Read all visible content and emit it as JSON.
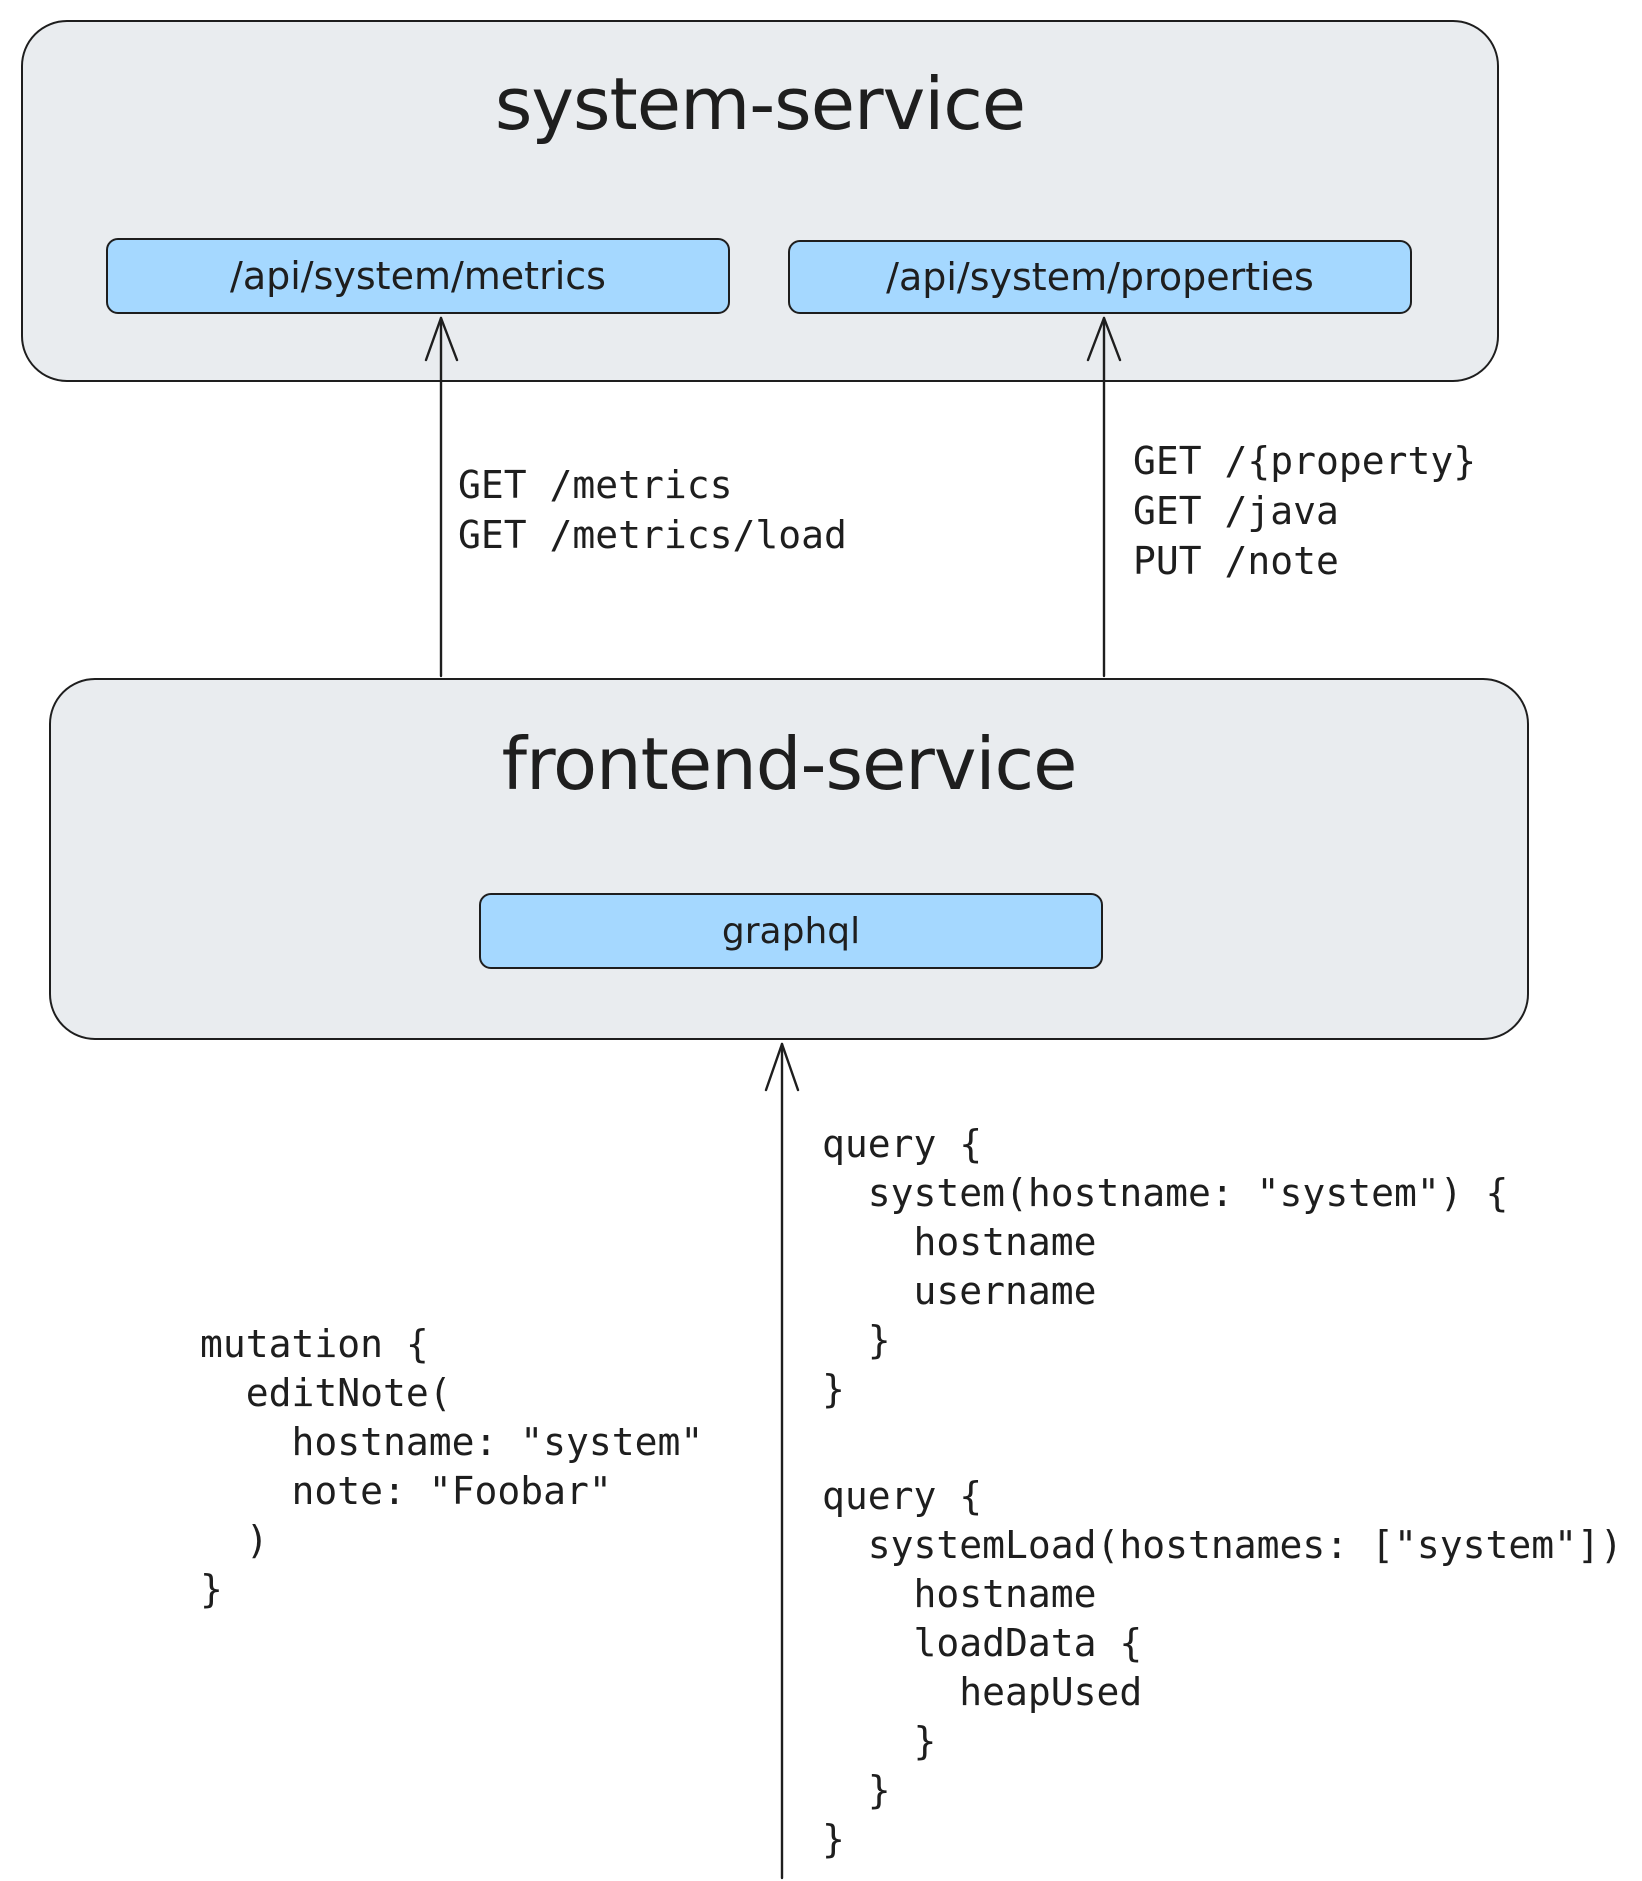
{
  "system_service": {
    "title": "system-service",
    "endpoints": [
      "/api/system/metrics",
      "/api/system/properties"
    ]
  },
  "frontend_service": {
    "title": "frontend-service",
    "endpoint": "graphql"
  },
  "edges": {
    "metrics_routes": "GET /metrics\nGET /metrics/load",
    "properties_routes": "GET /{property}\nGET /java\nPUT /note"
  },
  "code": {
    "query_system": "query {\n  system(hostname: \"system\") {\n    hostname\n    username\n  }\n}",
    "mutation_edit_note": "mutation {\n  editNote(\n    hostname: \"system\"\n    note: \"Foobar\"\n  )\n}",
    "query_system_load": "query {\n  systemLoad(hostnames: [\"system\"]) {\n    hostname\n    loadData {\n      heapUsed\n    }\n  }\n}"
  },
  "colors": {
    "container_fill": "#e9ecef",
    "endpoint_fill": "#a5d8ff",
    "stroke": "#1e1e1e"
  }
}
